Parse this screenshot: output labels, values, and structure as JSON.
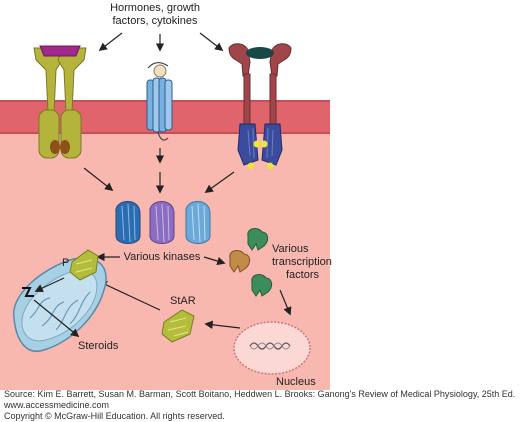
{
  "labels": {
    "top_line1": "Hormones, growth",
    "top_line2": "factors, cytokines",
    "kinases": "Various kinases",
    "tf_line1": "Various",
    "tf_line2": "transcription",
    "tf_line3": "factors",
    "star": "StAR",
    "p": "P",
    "steroids": "Steroids",
    "nucleus": "Nucleus"
  },
  "source": {
    "line1": "Source: Kim E. Barrett, Susan M. Barman, Scott Boitano, Heddwen L. Brooks: Ganong's Review of Medical Physiology, 25th Ed.",
    "line2": "www.accessmedicine.com",
    "line3": "Copyright © McGraw-Hill Education.  All rights reserved."
  },
  "colors": {
    "extracellular": "#ffffff",
    "membrane": "#e0646c",
    "cytoplasm": "#f8b8b0",
    "olive": "#b4b43c",
    "magenta": "#a0288c",
    "gpcr_blue": "#78b0e0",
    "crimson": "#a0464b",
    "navy": "#3c4c9c",
    "kinase1": "#2c6cb0",
    "kinase2": "#8c6cc0",
    "kinase3": "#6ca8d8",
    "mito": "#a8d0e4"
  }
}
